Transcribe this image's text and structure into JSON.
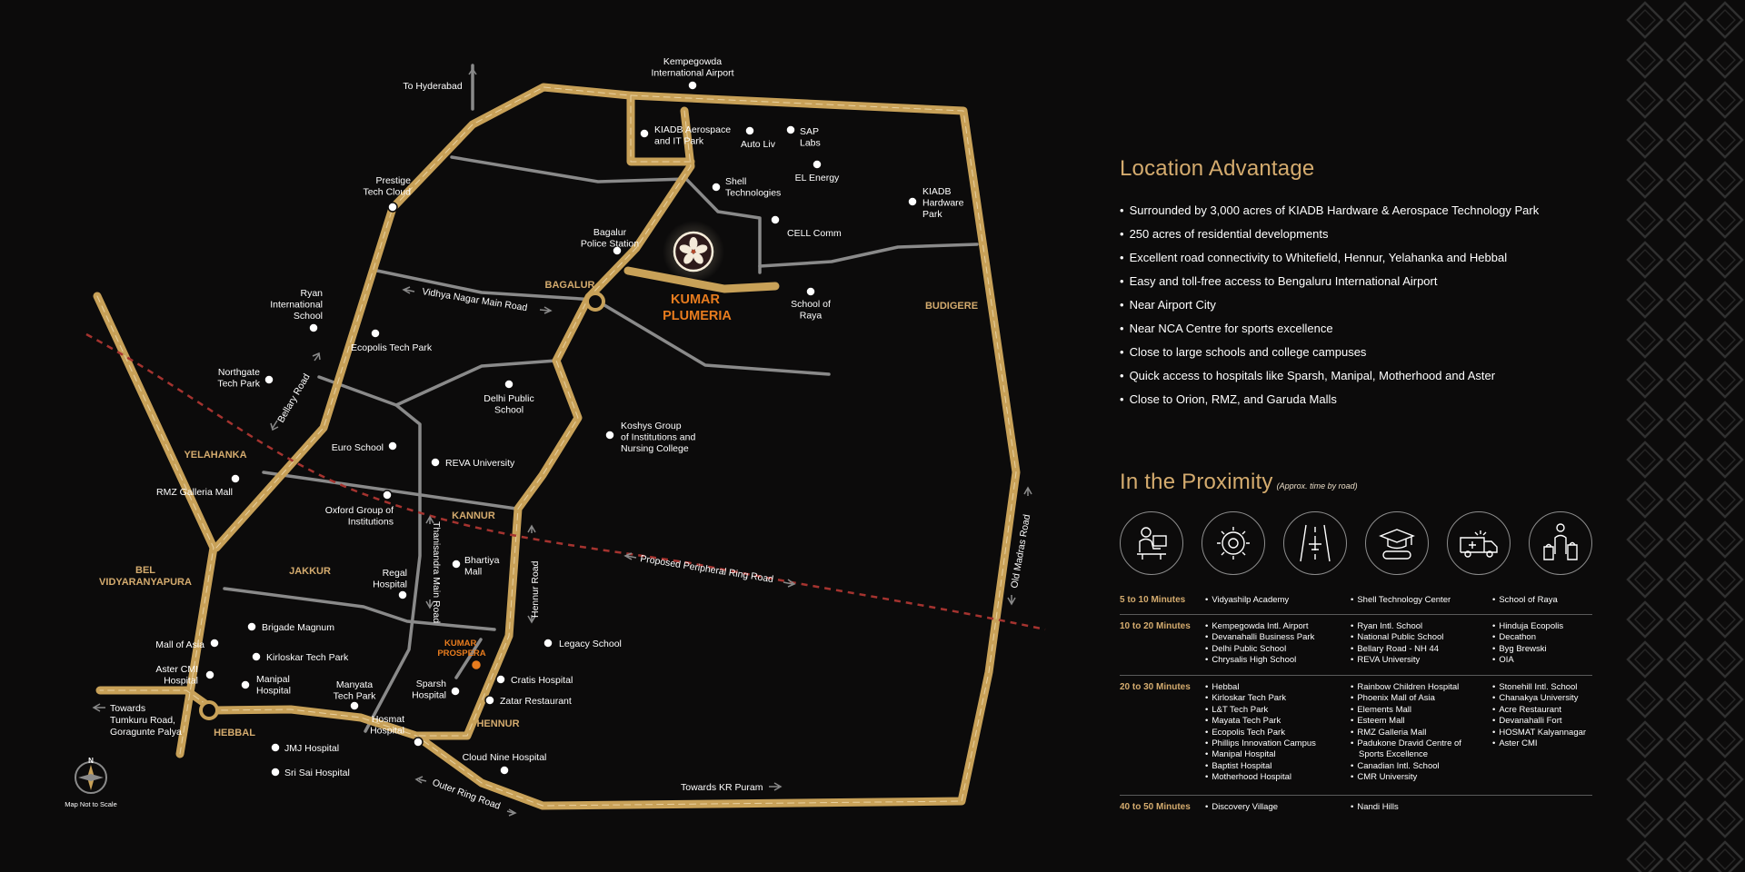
{
  "colors": {
    "background": "#0c0b0b",
    "accent_gold": "#d4ab6e",
    "road_gold": "#c8a158",
    "grey_road": "#8a8a8a",
    "project_orange": "#e87c1e",
    "ring_road_red": "#a5332f"
  },
  "map": {
    "places": [
      {
        "id": "kempegowda",
        "lines": [
          "Kempegowda",
          "International Airport"
        ]
      },
      {
        "id": "hyderabad",
        "lines": [
          "To Hyderabad"
        ]
      },
      {
        "id": "kiadb-aero",
        "lines": [
          "KIADB Aerospace",
          "and IT Park"
        ]
      },
      {
        "id": "autoliv",
        "lines": [
          "Auto Liv"
        ]
      },
      {
        "id": "sap",
        "lines": [
          "SAP",
          "Labs"
        ]
      },
      {
        "id": "el-energy",
        "lines": [
          "EL Energy"
        ]
      },
      {
        "id": "shell",
        "lines": [
          "Shell",
          "Technologies"
        ]
      },
      {
        "id": "prestige",
        "lines": [
          "Prestige",
          "Tech Cloud"
        ]
      },
      {
        "id": "kiadb-hw",
        "lines": [
          "KIADB",
          "Hardware",
          "Park"
        ]
      },
      {
        "id": "bagalur-ps",
        "lines": [
          "Bagalur",
          "Police Station"
        ]
      },
      {
        "id": "cell-comm",
        "lines": [
          "CELL Comm"
        ]
      },
      {
        "id": "school-raya",
        "lines": [
          "School of",
          "Raya"
        ]
      },
      {
        "id": "ryan",
        "lines": [
          "Ryan",
          "International",
          "School"
        ]
      },
      {
        "id": "ecopolis",
        "lines": [
          "Ecopolis Tech Park"
        ]
      },
      {
        "id": "northgate",
        "lines": [
          "Northgate",
          "Tech Park"
        ]
      },
      {
        "id": "dps",
        "lines": [
          "Delhi Public",
          "School"
        ]
      },
      {
        "id": "koshys",
        "lines": [
          "Koshys Group",
          "of Institutions and",
          "Nursing College"
        ]
      },
      {
        "id": "euro",
        "lines": [
          "Euro School"
        ]
      },
      {
        "id": "reva",
        "lines": [
          "REVA University"
        ]
      },
      {
        "id": "rmz",
        "lines": [
          "RMZ Galleria Mall"
        ]
      },
      {
        "id": "oxford",
        "lines": [
          "Oxford Group of",
          "Institutions"
        ]
      },
      {
        "id": "bhartiya",
        "lines": [
          "Bhartiya",
          "Mall"
        ]
      },
      {
        "id": "regal",
        "lines": [
          "Regal",
          "Hospital"
        ]
      },
      {
        "id": "brigade",
        "lines": [
          "Brigade Magnum"
        ]
      },
      {
        "id": "mall-asia",
        "lines": [
          "Mall of Asia"
        ]
      },
      {
        "id": "kirloskar",
        "lines": [
          "Kirloskar Tech Park"
        ]
      },
      {
        "id": "legacy",
        "lines": [
          "Legacy School"
        ]
      },
      {
        "id": "aster",
        "lines": [
          "Aster CMI",
          "Hospital"
        ]
      },
      {
        "id": "manipal",
        "lines": [
          "Manipal",
          "Hospital"
        ]
      },
      {
        "id": "manyata",
        "lines": [
          "Manyata",
          "Tech Park"
        ]
      },
      {
        "id": "sparsh",
        "lines": [
          "Sparsh",
          "Hospital"
        ]
      },
      {
        "id": "cratis",
        "lines": [
          "Cratis Hospital"
        ]
      },
      {
        "id": "zatar",
        "lines": [
          "Zatar Restaurant"
        ]
      },
      {
        "id": "hosmat",
        "lines": [
          "Hosmat",
          "Hospital"
        ]
      },
      {
        "id": "cloud-nine",
        "lines": [
          "Cloud Nine Hospital"
        ]
      },
      {
        "id": "jmj",
        "lines": [
          "JMJ Hospital"
        ]
      },
      {
        "id": "sri-sai",
        "lines": [
          "Sri Sai Hospital"
        ]
      }
    ],
    "areas": [
      {
        "id": "bagalur",
        "lines": [
          "BAGALUR"
        ]
      },
      {
        "id": "budigere",
        "lines": [
          "BUDIGERE"
        ]
      },
      {
        "id": "yelahanka",
        "lines": [
          "YELAHANKA"
        ]
      },
      {
        "id": "kannur",
        "lines": [
          "KANNUR"
        ]
      },
      {
        "id": "bel",
        "lines": [
          "BEL",
          "VIDYARANYAPURA"
        ]
      },
      {
        "id": "jakkur",
        "lines": [
          "JAKKUR"
        ]
      },
      {
        "id": "hebbal",
        "lines": [
          "HEBBAL"
        ]
      },
      {
        "id": "hennur",
        "lines": [
          "HENNUR"
        ]
      }
    ],
    "road_labels": {
      "vidhya_nagar": "Vidhya Nagar  Main Road",
      "bellary": "Bellary Road",
      "thanisandra": "Thanisandra Main Road",
      "hennur": "Hennur Road",
      "peripheral": "Proposed Peripheral Ring Road",
      "old_madras": "Old Madras Road",
      "outer_ring": "Outer Ring Road",
      "kr_puram": "Towards KR Puram",
      "tumkuru": [
        "Towards",
        "Tumkuru Road,",
        "Goragunte Palya"
      ]
    },
    "project": {
      "name_lines": [
        "KUMAR",
        "PLUMERIA"
      ],
      "logo_icon": "plumeria-flower-icon"
    },
    "prospera": {
      "name_lines": [
        "KUMAR",
        "PROSPERA"
      ]
    },
    "compass": {
      "letter": "N",
      "caption": "Map Not to Scale"
    }
  },
  "location_advantage": {
    "title": "Location Advantage",
    "items": [
      "Surrounded by 3,000 acres of KIADB Hardware & Aerospace Technology Park",
      "250 acres of residential developments",
      "Excellent road connectivity to Whitefield, Hennur, Yelahanka and Hebbal",
      "Easy and toll-free access to Bengaluru International Airport",
      "Near Airport City",
      "Near NCA Centre for sports excellence",
      "Close to large schools and college campuses",
      "Quick access to hospitals like Sparsh, Manipal, Motherhood and Aster",
      "Close to Orion, RMZ, and Garuda Malls"
    ]
  },
  "proximity": {
    "title": "In the Proximity",
    "subtitle": "(Approx. time by road)",
    "icons": [
      "office-worker-icon",
      "gear-industry-icon",
      "airport-runway-icon",
      "graduation-icon",
      "ambulance-icon",
      "shopping-icon"
    ],
    "rows": [
      {
        "label": "5 to 10 Minutes",
        "cols": [
          [
            "Vidyashilp Academy"
          ],
          [
            "Shell Technology Center"
          ],
          [
            "School of Raya"
          ]
        ]
      },
      {
        "label": "10 to 20 Minutes",
        "cols": [
          [
            "Kempegowda Intl. Airport",
            "Devanahalli Business Park",
            "Delhi Public School",
            "Chrysalis High School"
          ],
          [
            "Ryan Intl. School",
            "National Public School",
            "Bellary Road - NH 44",
            "REVA University"
          ],
          [
            "Hinduja Ecopolis",
            "Decathon",
            "Byg Brewski",
            "OIA"
          ]
        ]
      },
      {
        "label": "20 to 30 Minutes",
        "cols": [
          [
            "Hebbal",
            "Kirloskar Tech Park",
            "L&T Tech Park",
            "Mayata Tech Park",
            "Ecopolis Tech Park",
            "Phillips Innovation Campus",
            "Manipal Hospital",
            "Baptist Hospital",
            "Motherhood Hospital"
          ],
          [
            "Rainbow Children Hospital",
            "Phoenix Mall of Asia",
            "Elements Mall",
            "Esteem Mall",
            "RMZ Galleria Mall",
            "Padukone Dravid Centre of",
            "Sports Excellence",
            "Canadian Intl. School",
            "CMR University"
          ],
          [
            "Stonehill Intl. School",
            "Chanakya University",
            "Acre Restaurant",
            "Devanahalli Fort",
            "HOSMAT Kalyannagar",
            "Aster CMI"
          ]
        ]
      },
      {
        "label": "40 to 50 Minutes",
        "cols": [
          [
            "Discovery Village"
          ],
          [
            "Nandi Hills"
          ],
          []
        ]
      }
    ]
  }
}
